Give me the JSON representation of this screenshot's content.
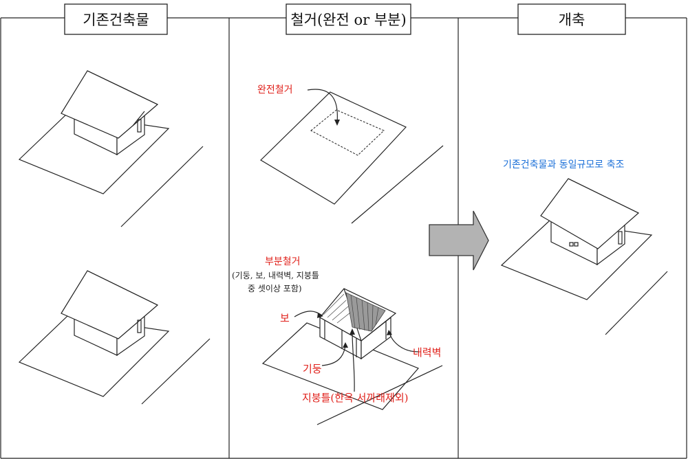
{
  "panels": [
    {
      "title": "기존건축물"
    },
    {
      "title": "철거(완전 or 부분)"
    },
    {
      "title": "개축"
    }
  ],
  "demolition": {
    "full_label": "완전철거",
    "partial_label": "부분철거",
    "partial_note_line1": "(기둥, 보, 내력벽, 지붕틀",
    "partial_note_line2": "중 셋이상 포함)",
    "beam_label": "보",
    "column_label": "기둥",
    "bearing_wall_label": "내력벽",
    "roof_frame_label": "지붕틀(한옥 서까래제외)"
  },
  "rebuild": {
    "caption": "기존건축물과 동일규모로 축조"
  },
  "colors": {
    "annotation_red": "#e0201a",
    "caption_blue": "#1a6fd8",
    "arrow_gray": "#b3b3b3"
  }
}
